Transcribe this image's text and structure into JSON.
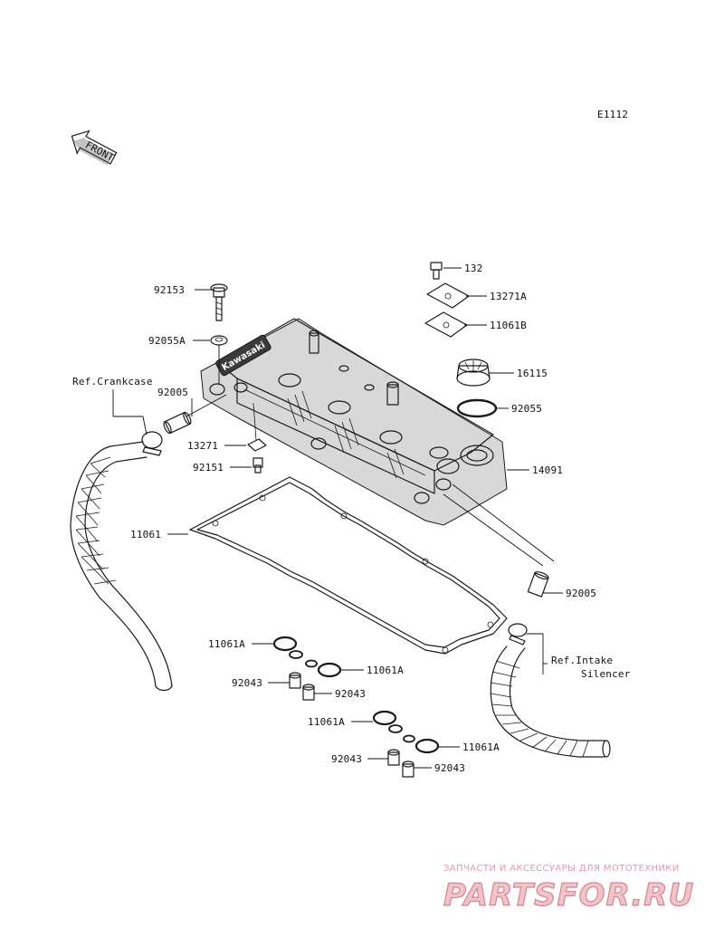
{
  "diagram_code": "E1112",
  "front_label": "FRONT",
  "brand_logo_text": "Kawasaki",
  "references": {
    "crankcase": "Ref.Crankcase",
    "intake_line1": "Ref.Intake",
    "intake_line2": "Silencer"
  },
  "callouts": {
    "p92153": "92153",
    "p92055A": "92055A",
    "p92005_left": "92005",
    "p13271": "13271",
    "p92151": "92151",
    "p11061": "11061",
    "p132": "132",
    "p13271A": "13271A",
    "p11061B": "11061B",
    "p16115": "16115",
    "p92055": "92055",
    "p14091": "14091",
    "p92005_right": "92005",
    "p11061A_1": "11061A",
    "p11061A_2": "11061A",
    "p92043_1": "92043",
    "p92043_2": "92043",
    "p11061A_3": "11061A",
    "p11061A_4": "11061A",
    "p92043_3": "92043",
    "p92043_4": "92043"
  },
  "watermark": {
    "subtitle": "ЗАПЧАСТИ И АКСЕССУАРЫ ДЛЯ МОТОТЕХНИКИ",
    "brand": "PARTSFOR.RU"
  }
}
